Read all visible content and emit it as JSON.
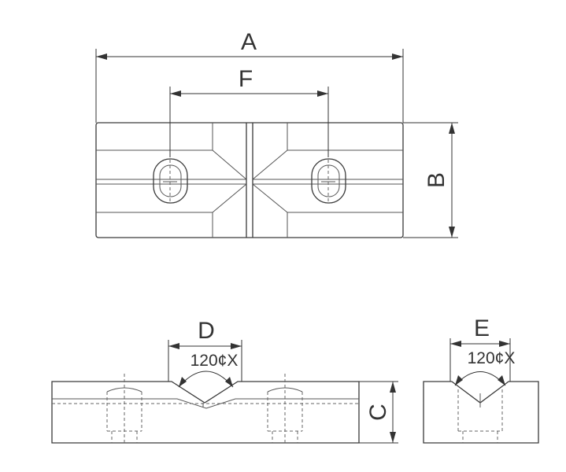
{
  "labels": {
    "a": "A",
    "b": "B",
    "c": "C",
    "d": "D",
    "e": "E",
    "f": "F"
  },
  "angles": {
    "front": "120¢X",
    "side": "120¢X"
  }
}
